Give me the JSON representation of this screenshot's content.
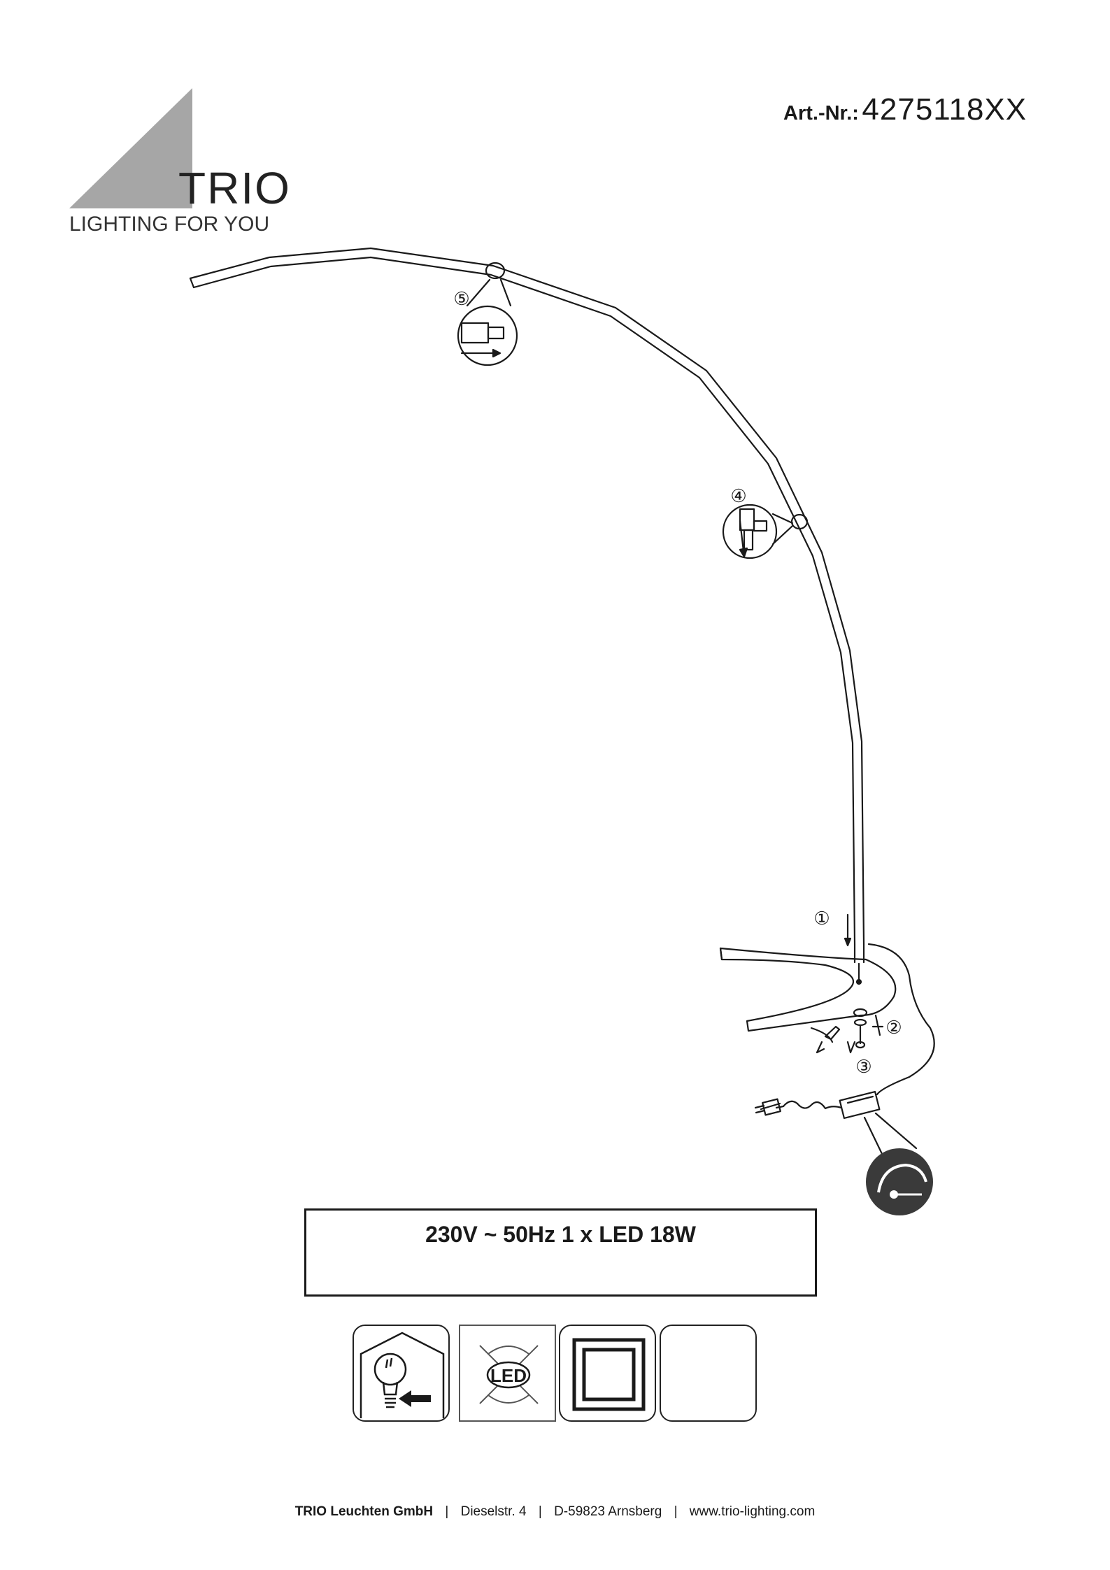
{
  "brand": {
    "name": "TRIO",
    "tagline": "LIGHTING FOR YOU",
    "logo_color": "#a6a6a6"
  },
  "article": {
    "label": "Art.-Nr.:",
    "number": "4275118XX"
  },
  "assembly_steps": [
    "①",
    "②",
    "③",
    "④",
    "⑤"
  ],
  "spec": "230V ~ 50Hz 1 x LED 18W",
  "icons": [
    {
      "name": "bulb-replaceable-icon"
    },
    {
      "name": "led-icon",
      "label": "LED"
    },
    {
      "name": "protection-class-ii-icon"
    },
    {
      "name": "empty-icon"
    }
  ],
  "footer": {
    "company": "TRIO Leuchten GmbH",
    "separator": "|",
    "street": "Dieselstr. 4",
    "city": "D-59823 Arnsberg",
    "website": "www.trio-lighting.com"
  },
  "colors": {
    "ink": "#1a1a1a",
    "dimmer_badge": "#3a3a3a"
  }
}
